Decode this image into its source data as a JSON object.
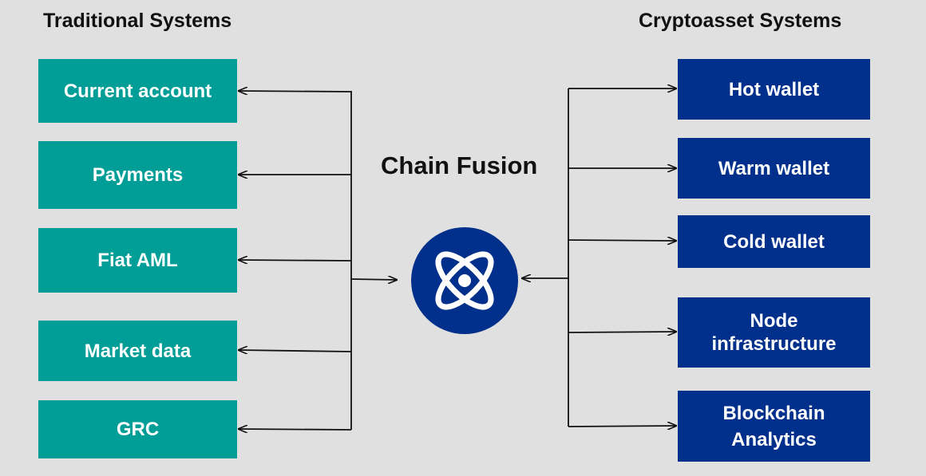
{
  "headings": {
    "left": "Traditional Systems",
    "right": "Cryptoasset Systems"
  },
  "center": {
    "title": "Chain Fusion",
    "logo_icon": "chain-fusion-atom-icon"
  },
  "traditional_systems": [
    "Current account",
    "Payments",
    "Fiat AML",
    "Market data",
    "GRC"
  ],
  "cryptoasset_systems": [
    "Hot wallet",
    "Warm wallet",
    "Cold wallet",
    "Node infrastructure",
    "Blockchain Analytics"
  ],
  "colors": {
    "background": "#e0e0e0",
    "traditional_box": "#009e96",
    "crypto_box": "#00308c",
    "logo": "#00308c",
    "text_dark": "#111111",
    "text_light": "#ffffff",
    "arrow": "#111111"
  }
}
